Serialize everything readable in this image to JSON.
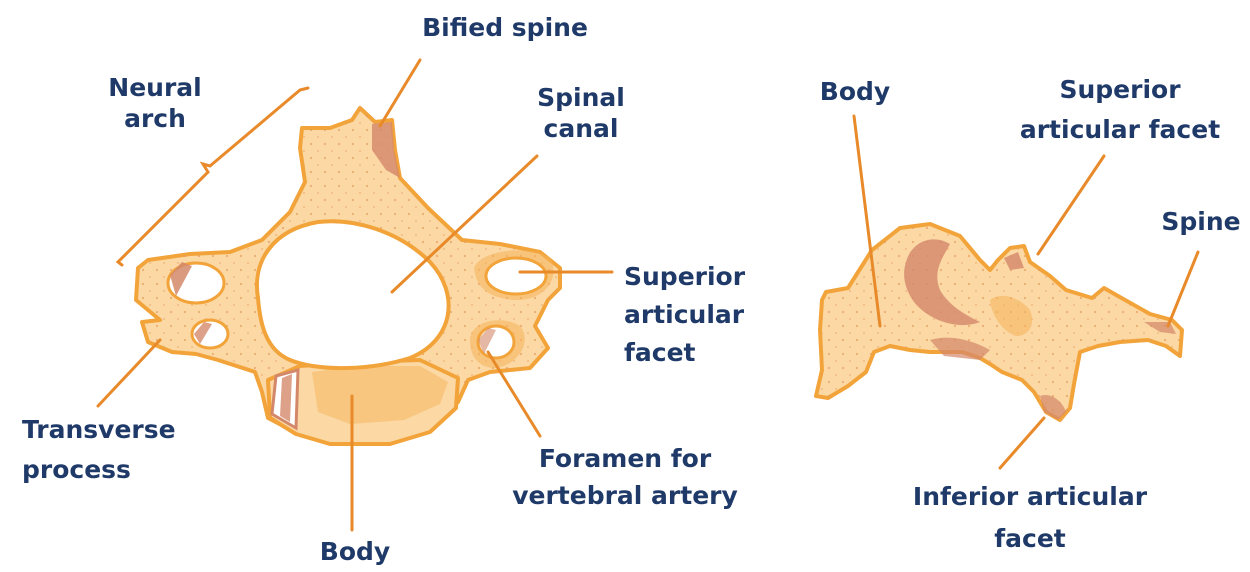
{
  "figure": {
    "colors": {
      "bone_fill": "#fbd8a4",
      "bone_outline": "#f2a43a",
      "bone_shade": "#d4886a",
      "bone_dots": "#e59a5a",
      "leader_lines": "#e88a2a",
      "label_text": "#1f3a68"
    },
    "top_view": {
      "labels": {
        "bifid_spine": "Bified spine",
        "neural_arch_line1": "Neural",
        "neural_arch_line2": "arch",
        "spinal_canal_line1": "Spinal",
        "spinal_canal_line2": "canal",
        "superior_facet_line1": "Superior",
        "superior_facet_line2": "articular",
        "superior_facet_line3": "facet",
        "transverse_line1": "Transverse",
        "transverse_line2": "process",
        "foramen_line1": "Foramen for",
        "foramen_line2": "vertebral artery",
        "body": "Body"
      }
    },
    "side_view": {
      "labels": {
        "body": "Body",
        "superior_facet_line1": "Superior",
        "superior_facet_line2": "articular facet",
        "spine": "Spine",
        "inferior_facet_line1": "Inferior articular",
        "inferior_facet_line2": "facet"
      }
    }
  }
}
